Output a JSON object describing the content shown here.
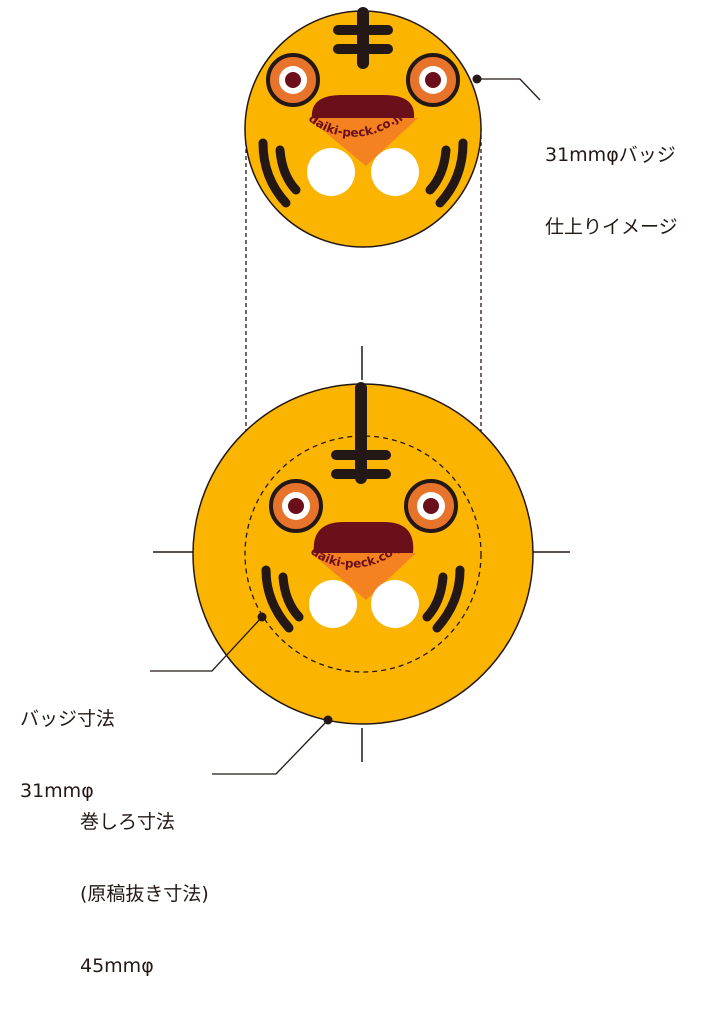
{
  "colors": {
    "badge_fill": "#fbb400",
    "stripe": "#231815",
    "eye_ring": "#e8742c",
    "pupil": "#6b0f1a",
    "mouth_dark": "#6b0f1a",
    "tongue": "#f58220",
    "teeth": "#ffffff",
    "watermark": "#6b0f1a"
  },
  "watermark_text": "daiki-peck.co.jp",
  "labels": {
    "finished_line1": "31mmφバッジ",
    "finished_line2": "仕上りイメージ",
    "badge_size_line1": "バッジ寸法",
    "badge_size_line2": "31mmφ",
    "wrap_line1": "巻しろ寸法",
    "wrap_line2": "(原稿抜き寸法)",
    "wrap_line3": "45mmφ"
  }
}
